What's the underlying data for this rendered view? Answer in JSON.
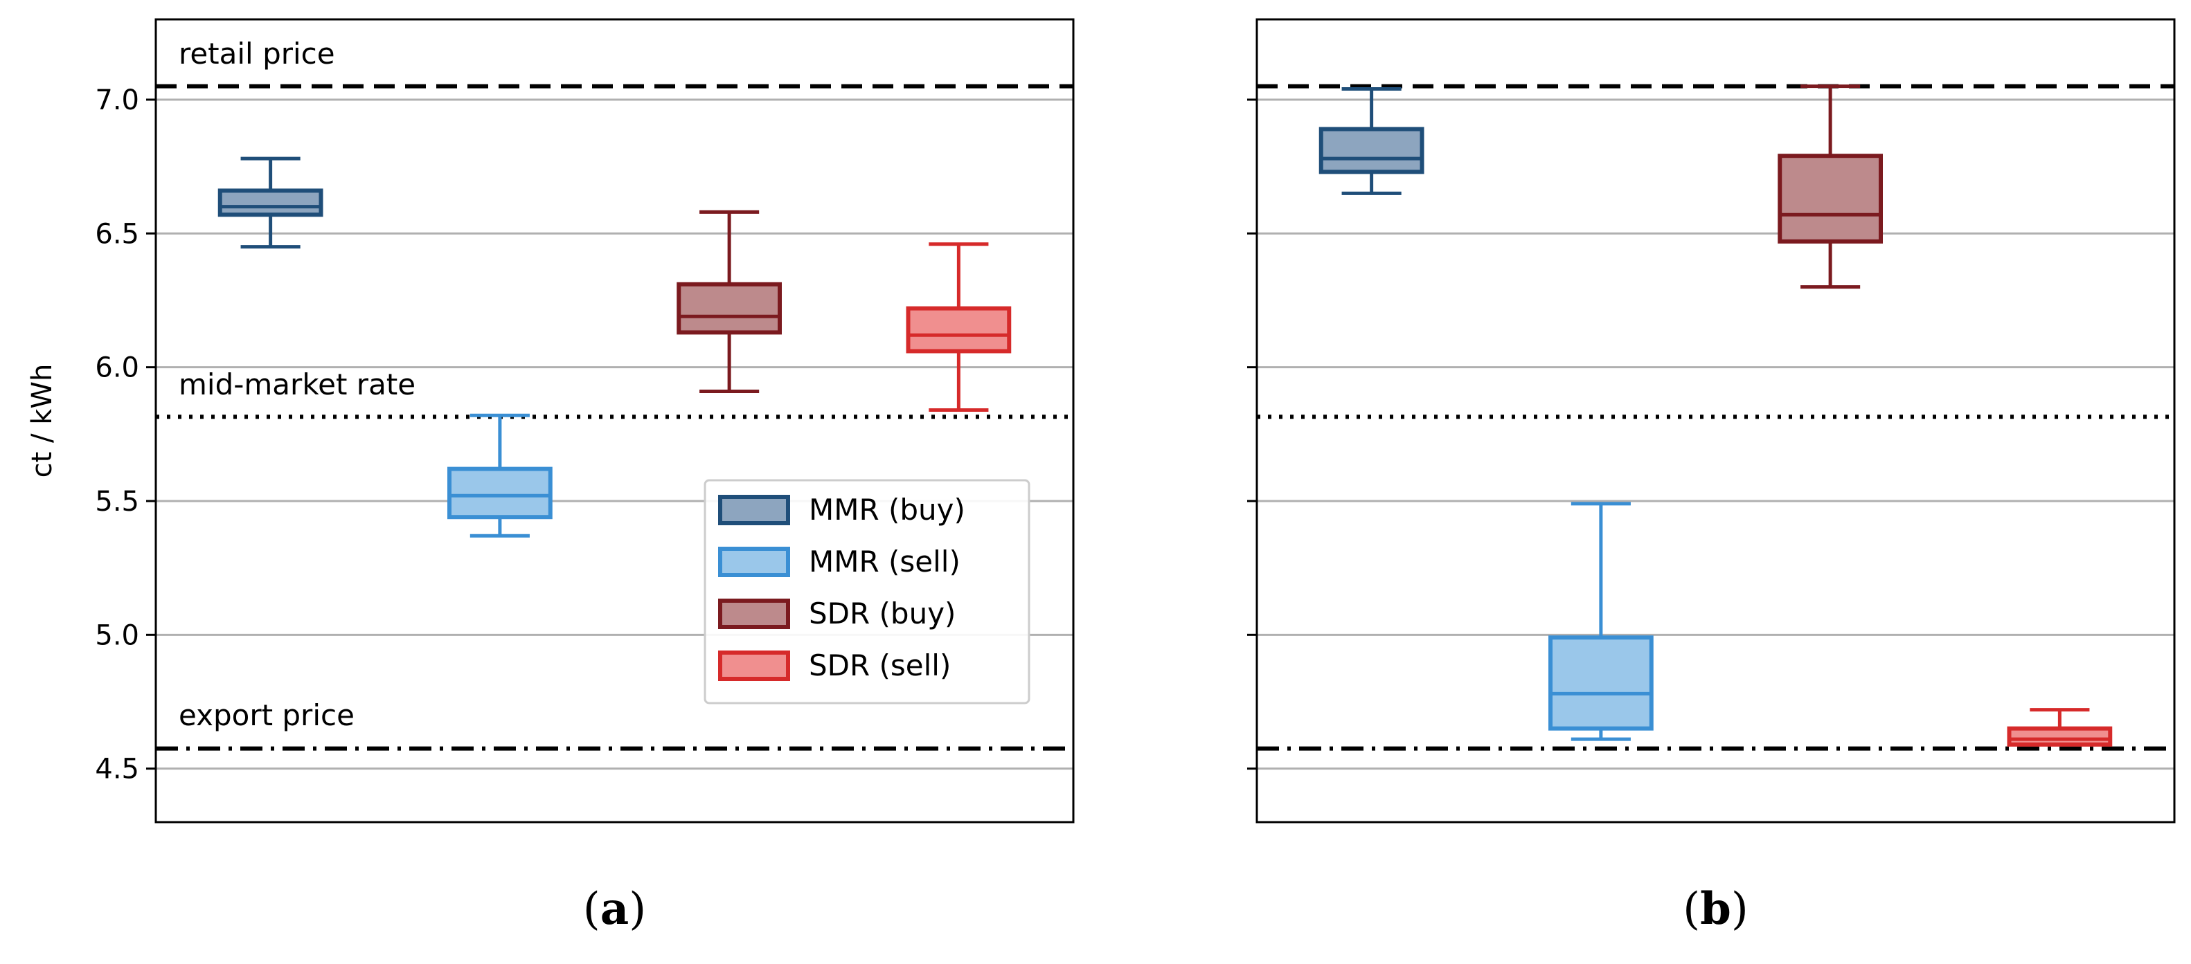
{
  "chart_data": [
    {
      "type": "box",
      "panel_label": "a",
      "ylabel": "ct / kWh",
      "ylim": [
        4.3,
        7.3
      ],
      "yticks": [
        "4.5",
        "5.0",
        "5.5",
        "6.0",
        "6.5",
        "7.0"
      ],
      "grid": "horizontal",
      "legend_position": "lower-right",
      "reference_lines": [
        {
          "label": "retail price",
          "value": 7.05,
          "style": "dashed"
        },
        {
          "label": "mid-market rate",
          "value": 5.815,
          "style": "dotted"
        },
        {
          "label": "export price",
          "value": 4.575,
          "style": "dashdot"
        }
      ],
      "series": [
        {
          "name": "MMR (buy)",
          "edge": "#1f4e79",
          "fill": "#8da5bf",
          "whisker_low": 6.45,
          "q1": 6.57,
          "median": 6.6,
          "q3": 6.66,
          "whisker_high": 6.78
        },
        {
          "name": "MMR (sell)",
          "edge": "#3a8fd4",
          "fill": "#9ac7ea",
          "whisker_low": 5.37,
          "q1": 5.44,
          "median": 5.52,
          "q3": 5.62,
          "whisker_high": 5.82
        },
        {
          "name": "SDR (buy)",
          "edge": "#7b1a1f",
          "fill": "#bd8a8c",
          "whisker_low": 5.91,
          "q1": 6.13,
          "median": 6.19,
          "q3": 6.31,
          "whisker_high": 6.58
        },
        {
          "name": "SDR (sell)",
          "edge": "#d62a2a",
          "fill": "#f08f8f",
          "whisker_low": 5.84,
          "q1": 6.06,
          "median": 6.12,
          "q3": 6.22,
          "whisker_high": 6.46
        }
      ]
    },
    {
      "type": "box",
      "panel_label": "b",
      "ylim": [
        4.3,
        7.3
      ],
      "grid": "horizontal",
      "reference_lines": [
        {
          "value": 7.05,
          "style": "dashed"
        },
        {
          "value": 5.815,
          "style": "dotted"
        },
        {
          "value": 4.575,
          "style": "dashdot"
        }
      ],
      "series": [
        {
          "name": "MMR (buy)",
          "edge": "#1f4e79",
          "fill": "#8da5bf",
          "whisker_low": 6.65,
          "q1": 6.73,
          "median": 6.78,
          "q3": 6.89,
          "whisker_high": 7.04
        },
        {
          "name": "MMR (sell)",
          "edge": "#3a8fd4",
          "fill": "#9ac7ea",
          "whisker_low": 4.61,
          "q1": 4.65,
          "median": 4.78,
          "q3": 4.99,
          "whisker_high": 5.49
        },
        {
          "name": "SDR (buy)",
          "edge": "#7b1a1f",
          "fill": "#bd8a8c",
          "whisker_low": 6.3,
          "q1": 6.47,
          "median": 6.57,
          "q3": 6.79,
          "whisker_high": 7.05
        },
        {
          "name": "SDR (sell)",
          "edge": "#d62a2a",
          "fill": "#f08f8f",
          "whisker_low": 4.59,
          "q1": 4.59,
          "median": 4.61,
          "q3": 4.65,
          "whisker_high": 4.72
        }
      ]
    }
  ]
}
